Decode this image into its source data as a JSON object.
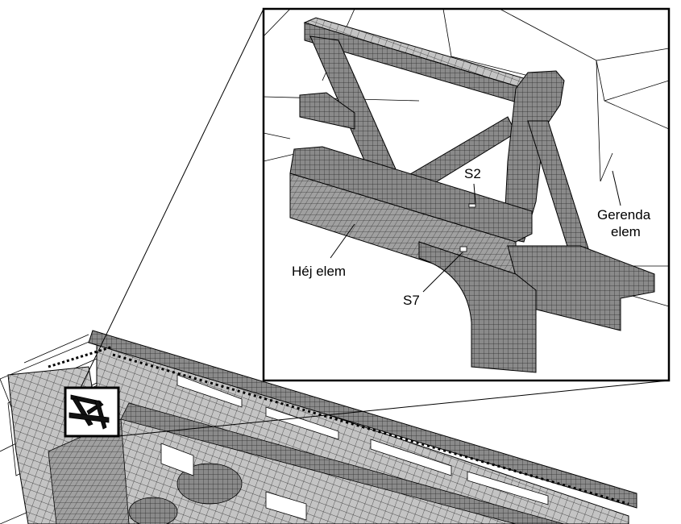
{
  "labels": {
    "s2": "S2",
    "s7": "S7",
    "shell_element": "Héj elem",
    "beam_element_line1": "Gerenda",
    "beam_element_line2": "elem"
  },
  "colors": {
    "mesh_fill": "#8a8a8a",
    "mesh_fill_light": "#bdbdbd",
    "mesh_line": "#2a2a2a",
    "frame": "#000000",
    "background": "#ffffff"
  }
}
